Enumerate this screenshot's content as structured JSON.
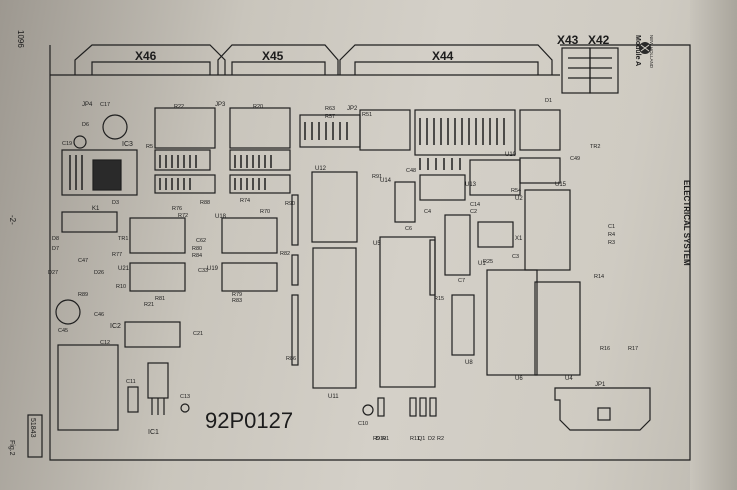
{
  "page": {
    "page_number": "1096",
    "page_marker": "-2-",
    "fig_label": "Fig.2",
    "board_number": "92P0127",
    "drawing_number": "51843",
    "section_title": "ELECTRICAL SYSTEM",
    "module": "Module A",
    "brand": "NEW HOLLAND"
  },
  "connectors": [
    "X46",
    "X45",
    "X44",
    "X43",
    "X42"
  ],
  "jumpers": [
    "JP4",
    "JP3",
    "JP2",
    "JP1"
  ],
  "ics": [
    "IC1",
    "IC2",
    "IC3"
  ],
  "u_chips": [
    "U1",
    "U2",
    "U4",
    "U5",
    "U6",
    "U8",
    "U10",
    "U11",
    "U12",
    "U13",
    "U14",
    "U15",
    "U18",
    "U19",
    "U21"
  ],
  "resistors": [
    "R1",
    "R2",
    "R3",
    "R4",
    "R5",
    "R9",
    "R10",
    "R11",
    "R14",
    "R15",
    "R16",
    "R17",
    "R20",
    "R21",
    "R22",
    "R25",
    "R51",
    "R54",
    "R57",
    "R63",
    "R70",
    "R72",
    "R74",
    "R76",
    "R77",
    "R79",
    "R80",
    "R81",
    "R82",
    "R83",
    "R84",
    "R86",
    "R88",
    "R89",
    "R90",
    "R91"
  ],
  "capacitors": [
    "C1",
    "C2",
    "C3",
    "C4",
    "C6",
    "C7",
    "C10",
    "C11",
    "C12",
    "C13",
    "C14",
    "C17",
    "C19",
    "C21",
    "C33",
    "C45",
    "C46",
    "C47",
    "C48",
    "C49",
    "C62"
  ],
  "diodes": [
    "D1",
    "D2",
    "D3",
    "D6",
    "D7",
    "D8",
    "D10",
    "D26",
    "D27"
  ],
  "transistors": [
    "TR1",
    "TR2",
    "Q1"
  ],
  "misc": [
    "K1",
    "X1",
    "U5"
  ]
}
